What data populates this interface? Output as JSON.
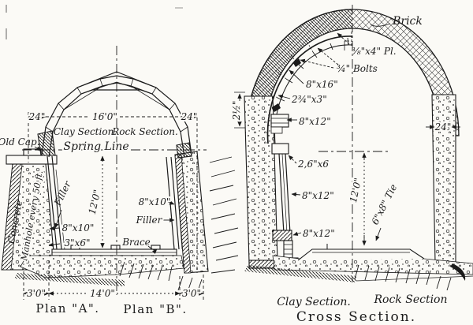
{
  "colors": {
    "paper": "#fbfaf6",
    "ink": "#1b1b1b"
  },
  "plan": {
    "title_a": "Plan \"A\".",
    "title_b": "Plan \"B\".",
    "labels": {
      "old_cap": "Old Cap.",
      "concrete": "Concrete",
      "manhole": "Manhole every 50 ft.",
      "filler_left": "Filler",
      "filler_right": "Filler",
      "brace": "Brace",
      "clay_section": "Clay Section.",
      "rock_section": "Rock Section.",
      "spring_line": "Spring Line",
      "post_8x10_left": "8\"x10\"",
      "brace_3x6": "3\"x6\"",
      "post_8x10_right": "8\"x10\""
    },
    "dims": {
      "w24_left": "24\"",
      "w16ft": "16'0\"",
      "w24_right": "24\"",
      "h12ft": "12'0\"",
      "w3ft_left": "3'0\"",
      "w14ft": "14'0\"",
      "w3ft_right": "3'0\""
    }
  },
  "cross": {
    "title": "Cross Section.",
    "labels": {
      "brick": "Brick",
      "plate": "⅜\"x4\" Pl.",
      "bolts": "¾\" Bolts",
      "rib_8x16": "8\"x16\"",
      "lagging_2_3_4x3": "2¾\"x3\"",
      "block_8x12_top": "8\"x12\"",
      "posts_2_6x6": "2,6\"x6",
      "post_8x12_mid": "8\"x12\"",
      "block_8x12_bottom": "8\"x12\"",
      "tie_6x8": "6\"x8\" Tie",
      "clay_section": "Clay Section.",
      "rock_section": "Rock Section"
    },
    "dims": {
      "h12ft": "12'0\"",
      "w24": "24\"",
      "w2_5": "2½\""
    }
  }
}
